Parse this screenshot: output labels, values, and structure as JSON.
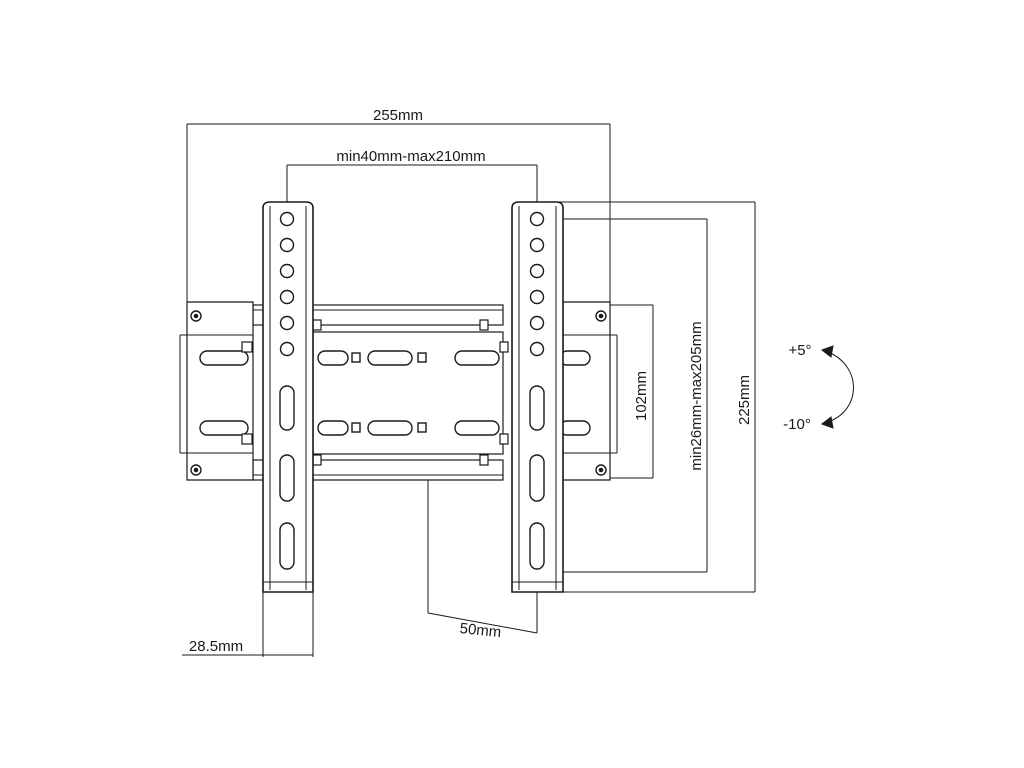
{
  "labels": {
    "overall_width": "255mm",
    "hole_span": "min40mm-max210mm",
    "plate_height": "102mm",
    "vertical_range": "min26mm-max205mm",
    "overall_height": "225mm",
    "tilt_up": "+5°",
    "tilt_down": "-10°",
    "depth": "28.5mm",
    "wall_distance": "50mm"
  }
}
